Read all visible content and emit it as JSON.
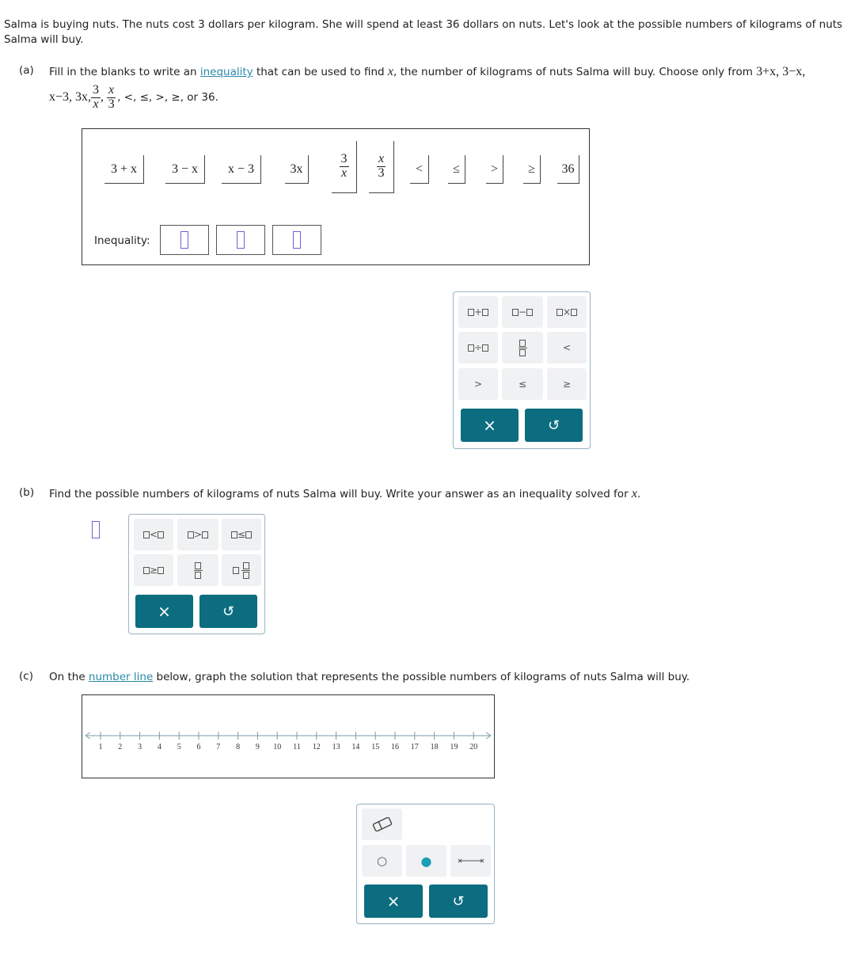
{
  "intro": {
    "line1": "Salma is buying nuts. The nuts cost 3 dollars per kilogram. She will spend at least 36 dollars on nuts. Let's look at the possible numbers of kilograms of nuts",
    "line2": "Salma will buy."
  },
  "part_a": {
    "label": "(a)",
    "text_before_link": "Fill in the blanks to write an ",
    "link": "inequality",
    "text_after_link": " that can be used to find ",
    "var": "x",
    "text_after_var": ", the number of kilograms of nuts Salma will buy. Choose only from ",
    "choices_line1": "3+x, 3−x,",
    "choices_line2_start": "x−3, 3x, ",
    "choices_line2_end": ", <, ≤, >, ≥, or 36.",
    "frac1": {
      "num": "3",
      "den": "x"
    },
    "frac2": {
      "num": "x",
      "den": "3"
    },
    "tiles": [
      "3 + x",
      "3 − x",
      "x − 3",
      "3x",
      "<",
      "≤",
      ">",
      "≥",
      "36"
    ],
    "tile_frac1": {
      "num": "3",
      "den": "x"
    },
    "tile_frac2": {
      "num": "x",
      "den": "3"
    },
    "inequality_label": "Inequality:",
    "keypad": {
      "keys": [
        "□+□",
        "□−□",
        "□×□",
        "□÷□",
        "fraction",
        "<",
        ">",
        "≤",
        "≥"
      ],
      "clear": "×",
      "undo": "↺"
    }
  },
  "part_b": {
    "label": "(b)",
    "text": "Find the possible numbers of kilograms of nuts Salma will buy. Write your answer as an inequality solved for ",
    "var": "x",
    "end": ".",
    "keypad": {
      "keys": [
        "□<□",
        "□>□",
        "□≤□",
        "□≥□",
        "fraction",
        "mixed-number"
      ],
      "clear": "×",
      "undo": "↺"
    }
  },
  "part_c": {
    "label": "(c)",
    "text_before_link": "On the ",
    "link": "number line",
    "text_after_link": " below, graph the solution that represents the possible numbers of kilograms of nuts Salma will buy.",
    "number_line": {
      "ticks": [
        "1",
        "2",
        "3",
        "4",
        "5",
        "6",
        "7",
        "8",
        "9",
        "10",
        "11",
        "12",
        "13",
        "14",
        "15",
        "16",
        "17",
        "18",
        "19",
        "20"
      ]
    },
    "tools": {
      "eraser": "eraser-icon",
      "open_point": "○",
      "closed_point": "●",
      "segment": "segment-icon",
      "clear": "×",
      "undo": "↺"
    }
  }
}
